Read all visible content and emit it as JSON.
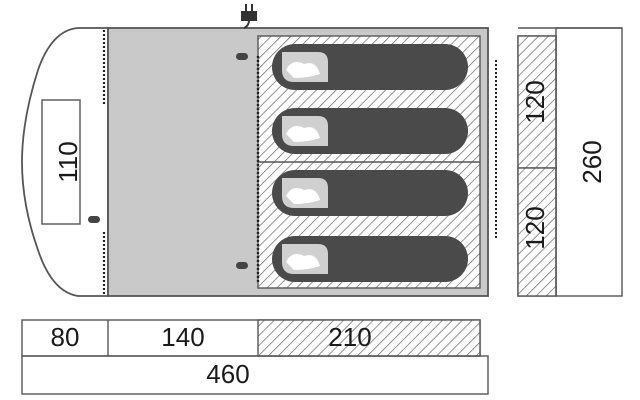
{
  "labels": {
    "vestibule_depth": "110",
    "bedroom_section_width": "120",
    "bedroom_section_width_2": "120",
    "total_width": "260",
    "vestibule_length": "80",
    "living_length": "140",
    "bedroom_length": "210",
    "total_length": "460"
  },
  "icons": {
    "power_plug": "power-plug-icon",
    "sleeping_bag": "sleeping-bag-icon"
  },
  "colors": {
    "floor": "#c9c9c9",
    "sleeping_bag": "#4a4a4a",
    "outline": "#555555",
    "hatch": "#666666"
  }
}
